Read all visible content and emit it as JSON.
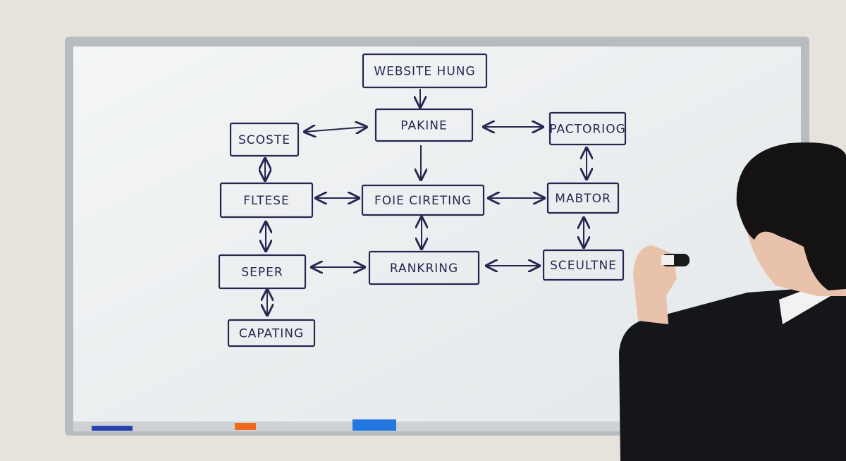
{
  "colors": {
    "wall": "#e6e2dc",
    "board": "#eef1f3",
    "frame": "#b9bcbf",
    "ink": "#262650",
    "suit": "#15161a",
    "hair": "#141212",
    "skin": "#e9c2ab"
  },
  "diagram": {
    "nodes": [
      {
        "id": "website",
        "label": "WEBSITE HUNG"
      },
      {
        "id": "pakine",
        "label": "PAKINE"
      },
      {
        "id": "scoste",
        "label": "SCOSTE"
      },
      {
        "id": "pactoriog",
        "label": "PACTORIOG"
      },
      {
        "id": "fltese",
        "label": "FLTESE"
      },
      {
        "id": "foie",
        "label": "FOIE CIRETING"
      },
      {
        "id": "mabtor",
        "label": "MABTOR"
      },
      {
        "id": "seper",
        "label": "SEPER"
      },
      {
        "id": "rankring",
        "label": "RANKRING"
      },
      {
        "id": "sceultne",
        "label": "SCEULTNE"
      },
      {
        "id": "capating",
        "label": "CAPATING"
      }
    ],
    "edges": [
      {
        "from": "website",
        "to": "pakine",
        "bidirectional": false
      },
      {
        "from": "scoste",
        "to": "pakine",
        "bidirectional": true
      },
      {
        "from": "pakine",
        "to": "pactoriog",
        "bidirectional": true
      },
      {
        "from": "pakine",
        "to": "foie",
        "bidirectional": false
      },
      {
        "from": "scoste",
        "to": "fltese",
        "bidirectional": true
      },
      {
        "from": "pactoriog",
        "to": "mabtor",
        "bidirectional": true
      },
      {
        "from": "fltese",
        "to": "foie",
        "bidirectional": true
      },
      {
        "from": "foie",
        "to": "mabtor",
        "bidirectional": true
      },
      {
        "from": "fltese",
        "to": "seper",
        "bidirectional": true
      },
      {
        "from": "foie",
        "to": "rankring",
        "bidirectional": true
      },
      {
        "from": "mabtor",
        "to": "sceultne",
        "bidirectional": true
      },
      {
        "from": "seper",
        "to": "rankring",
        "bidirectional": true
      },
      {
        "from": "rankring",
        "to": "sceultne",
        "bidirectional": true
      },
      {
        "from": "seper",
        "to": "capating",
        "bidirectional": true
      }
    ]
  }
}
